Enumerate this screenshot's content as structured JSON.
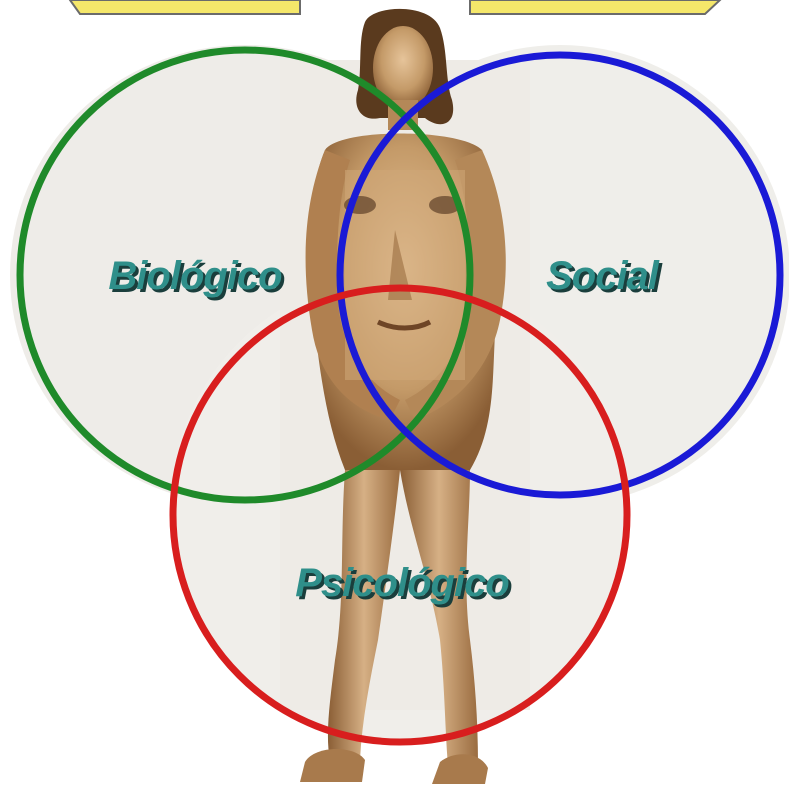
{
  "diagram": {
    "labels": {
      "biologico": "Biológico",
      "social": "Social",
      "psicologico": "Psicológico"
    },
    "colors": {
      "biologico_circle": "#1f8a2a",
      "social_circle": "#1a1ad6",
      "psicologico_circle": "#d81e1e",
      "label_text": "#2f8f8a",
      "label_shadow": "#1a3e3c",
      "figure_skin": "#c9a070",
      "figure_shadow": "#8a5e35",
      "hair": "#5a3a1e",
      "banner_yellow": "#f5e76a",
      "background_texture": "#eceae6"
    }
  }
}
